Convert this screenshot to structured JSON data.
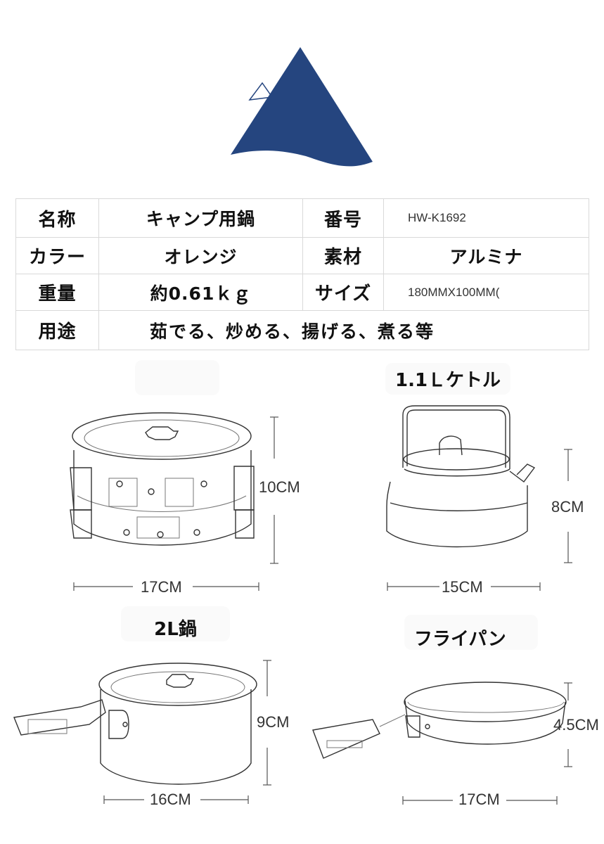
{
  "logo": {
    "icon": "mountain-flag-logo",
    "color": "#25457f"
  },
  "spec_table": {
    "rows": [
      {
        "label1": "名称",
        "value1": "キャンプ用鍋",
        "label2": "番号",
        "value2": "HW-K1692"
      },
      {
        "label1": "カラー",
        "value1": "オレンジ",
        "label2": "素材",
        "value2": "アルミナ"
      },
      {
        "label1": "重量",
        "value1": "約0.61ｋｇ",
        "label2": "サイズ",
        "value2": "180MMX100MM("
      },
      {
        "label1": "用途",
        "value1": "茹でる、炒める、揚げる、煮る等"
      }
    ]
  },
  "products": [
    {
      "title": "",
      "name": "pot-set",
      "width_label": "17CM",
      "height_label": "10CM"
    },
    {
      "title": "1.1Ｌケトル",
      "name": "kettle",
      "width_label": "15CM",
      "height_label": "8CM"
    },
    {
      "title": "2L鍋",
      "name": "2l-pot",
      "width_label": "16CM",
      "height_label": "9CM"
    },
    {
      "title": "フライパン",
      "name": "frying-pan",
      "width_label": "17CM",
      "height_label": "4.5CM"
    }
  ]
}
